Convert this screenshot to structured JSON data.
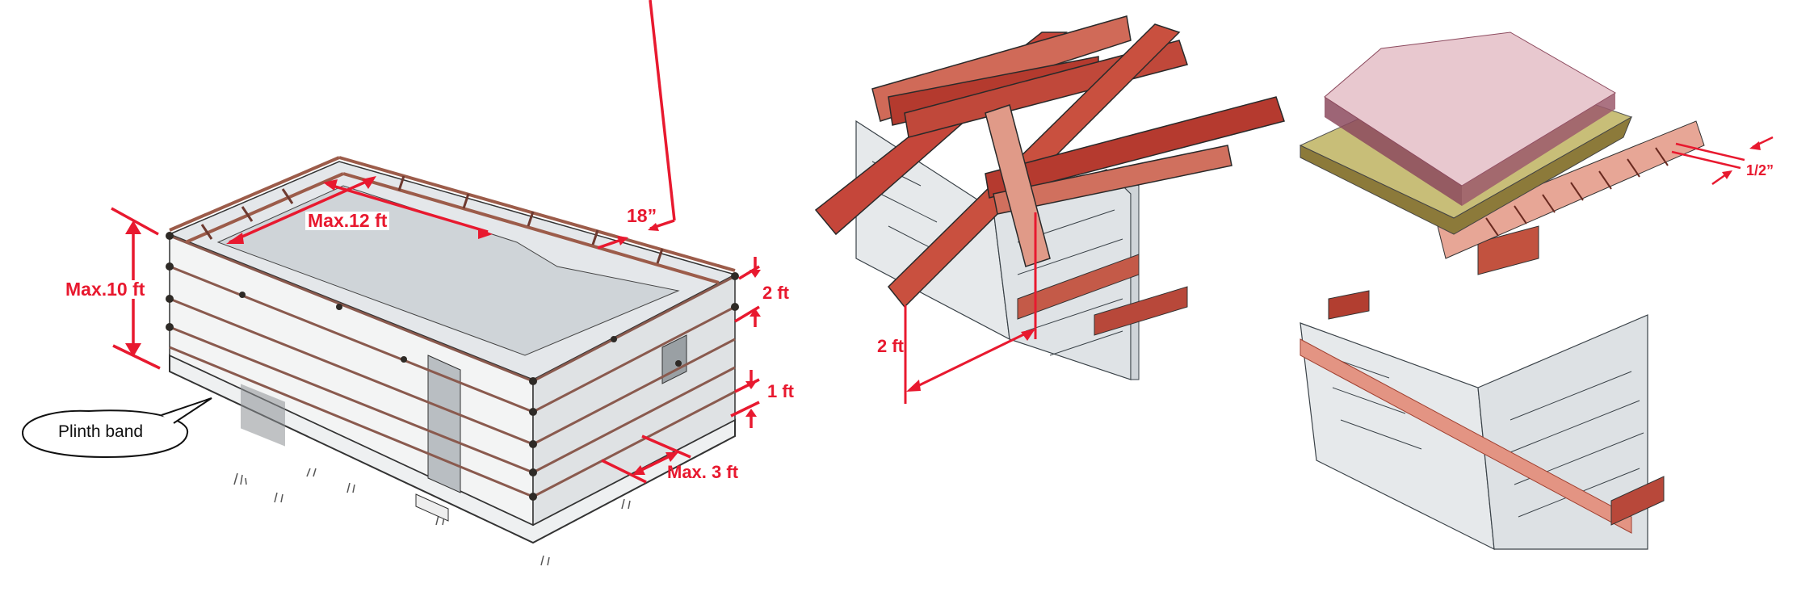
{
  "colors": {
    "annotation": "#e8192f",
    "timber_dark": "#a8322a",
    "timber_light": "#e79a8a",
    "stone": "#dfe3e6",
    "stone_line": "#3a4248",
    "rebar": "#8a5a4e",
    "roof_top": "#e8c8cf",
    "roof_edge": "#8c4a5e",
    "thatch": "#c8be78"
  },
  "panels": [
    {
      "id": "rc-band-building",
      "annotations": {
        "height": "Max.10 ft",
        "span": "Max.12 ft",
        "band_spacing": "18”",
        "top_band": "2 ft",
        "plinth_height": "1 ft",
        "opening_offset": "Max. 3 ft"
      },
      "callout": "Plinth band"
    },
    {
      "id": "timber-roof-framing",
      "annotations": {
        "overhang": "2 ft"
      }
    },
    {
      "id": "roof-layer-section",
      "annotations": {
        "board_gap": "1/2”"
      }
    }
  ]
}
